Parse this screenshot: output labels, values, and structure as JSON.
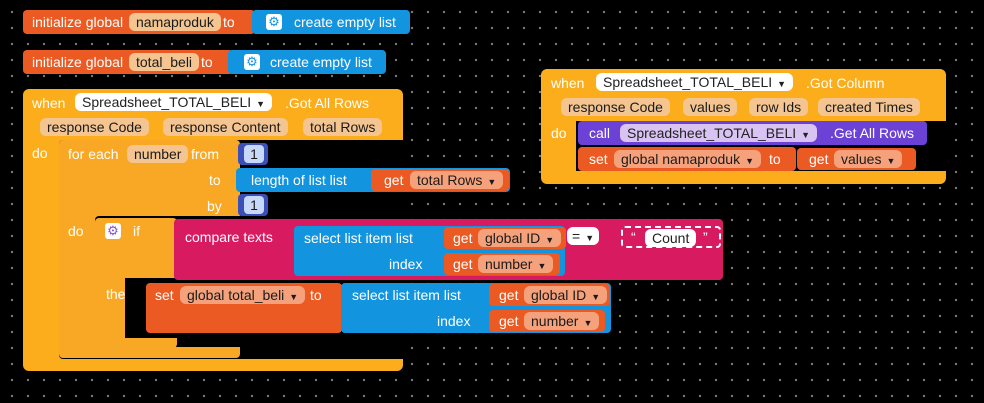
{
  "labels": {
    "initialize_global": "initialize global",
    "to": "to",
    "create_empty_list": "create empty list",
    "when": "when",
    "got_all_rows": ".Got All Rows",
    "got_column": ".Got Column",
    "do": "do",
    "for_each": "for each",
    "from": "from",
    "by": "by",
    "length_of_list": "length of list  list",
    "get": "get",
    "if": "if",
    "compare_texts": "compare texts",
    "select_list_item_list": "select list item  list",
    "index": "index",
    "equals": "=",
    "quote_open": "“",
    "quote_close": "”",
    "then": "then",
    "set": "set",
    "call": "call",
    "get_all_rows": ".Get All Rows"
  },
  "vars": {
    "namaproduk": "namaproduk",
    "total_beli": "total_beli",
    "number": "number",
    "global_id": "global ID",
    "global_total_beli": "global total_beli",
    "global_namaproduk": "global namaproduk",
    "total_rows": "total Rows",
    "values": "values"
  },
  "component": "Spreadsheet_TOTAL_BELI",
  "params_all_rows": [
    "response Code",
    "response Content",
    "total Rows"
  ],
  "params_column": [
    "response Code",
    "values",
    "row Ids",
    "created Times"
  ],
  "numbers": {
    "from": "1",
    "by": "1"
  },
  "text_value": "Count",
  "colors": {
    "variables": "#ec5a23",
    "lists": "#1394df",
    "events": "#fbad1c",
    "control": "#f9a825",
    "text": "#d81b60",
    "component_call": "#6c41d6"
  }
}
